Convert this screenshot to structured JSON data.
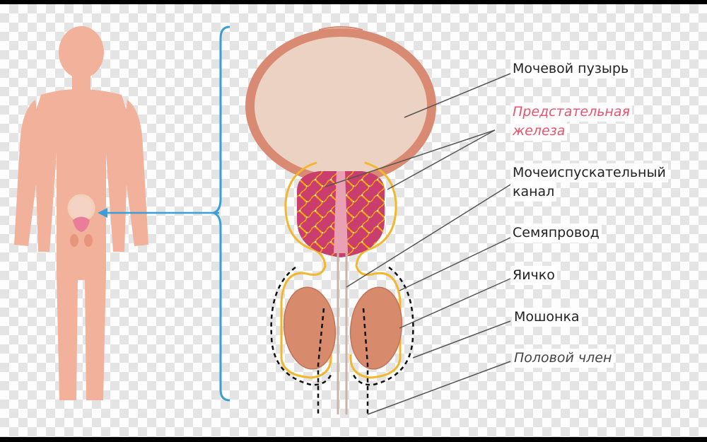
{
  "labels": {
    "bladder": "Мочевой пузырь",
    "prostate_line1": "Предстательная",
    "prostate_line2": "железа",
    "urethra_line1": "Мочеиспускательный",
    "urethra_line2": "канал",
    "vas_deferens": "Семяпровод",
    "testicle": "Яичко",
    "scrotum": "Мошонка",
    "penis": "Половой член"
  },
  "colors": {
    "body": "#f2b19b",
    "bladder_fill": "#ecd2c2",
    "bladder_wall": "#d98a72",
    "prostate": "#c93e6e",
    "prostate_vessels": "#f6a800",
    "gland_outline": "#f2b72b",
    "testicle": "#d88a6c",
    "bracket": "#3a9fd6",
    "highlight_label": "#e8546e",
    "leader_line": "#555555"
  }
}
